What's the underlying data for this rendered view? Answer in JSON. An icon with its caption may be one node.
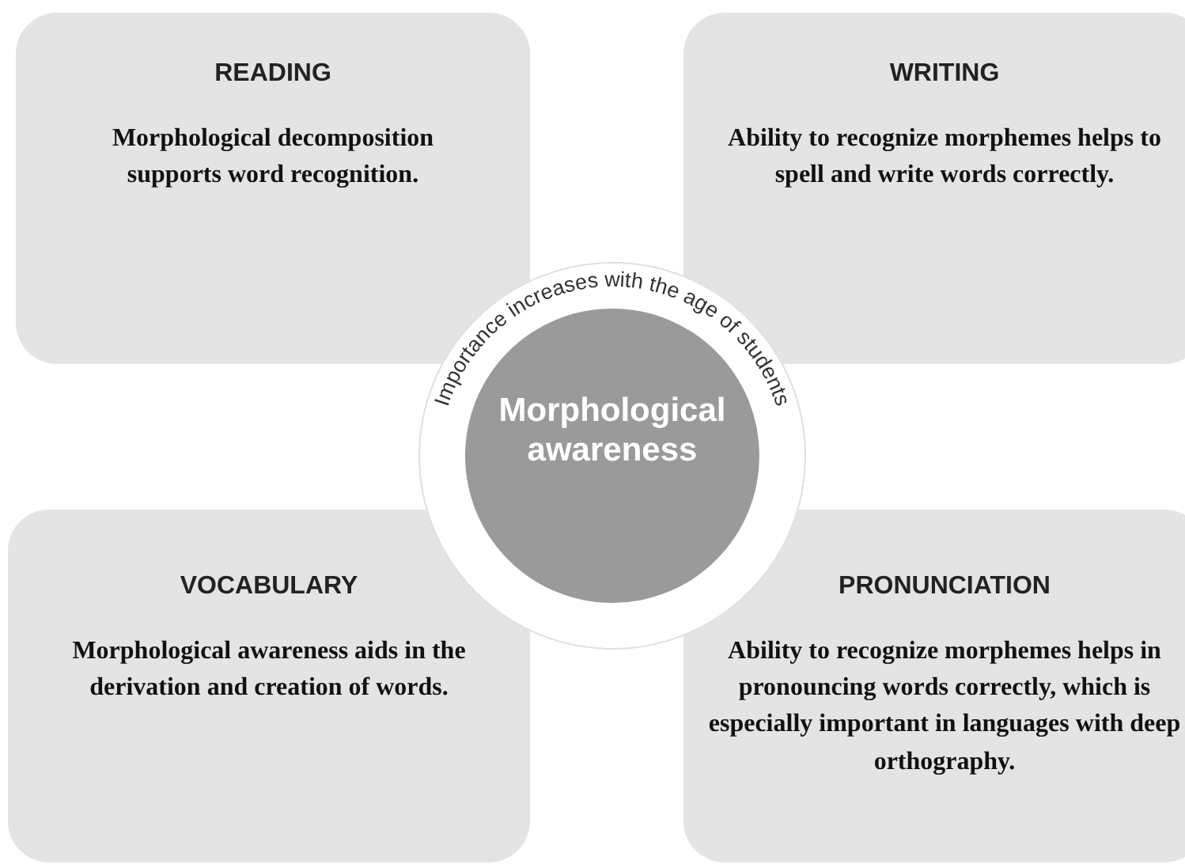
{
  "diagram": {
    "nodes": [
      {
        "text": [
          "READING",
          "Morphological decomposition supports word recognition."
        ]
      },
      {
        "text": [
          "WRITING",
          "Ability to recognize morphemes helps to spell and write words correctly."
        ]
      },
      {
        "text": [
          "Importance increases with the age of students"
        ]
      },
      {
        "text": [
          "Morphological awareness"
        ],
        "in": 2
      },
      {
        "text": [
          "VOCABULARY",
          "Morphological awareness aids in the derivation and creation of words."
        ]
      },
      {
        "text": [
          "PRONUNCIATION",
          "Ability to recognize morphemes helps in pronouncing words correctly, which is especially important in languages with deep orthography."
        ]
      }
    ]
  }
}
